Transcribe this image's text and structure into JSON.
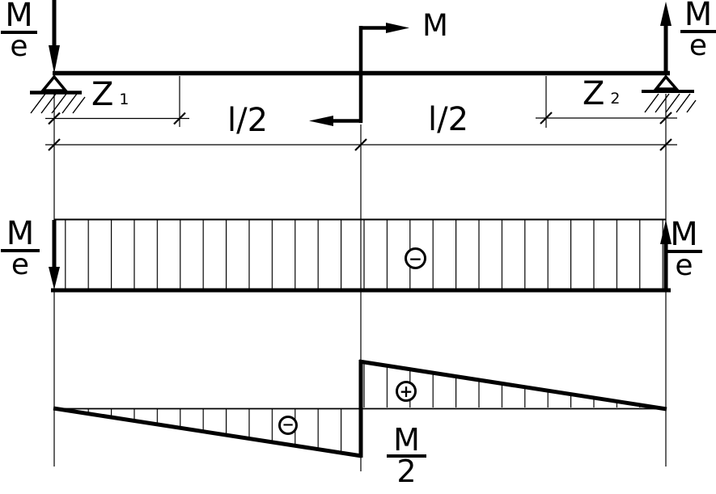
{
  "labels": {
    "top_left_reaction": {
      "num": "M",
      "den": "e"
    },
    "top_right_reaction": {
      "num": "M",
      "den": "e"
    },
    "applied_moment": "M",
    "dim_z1": {
      "base": "Z",
      "sub": "1"
    },
    "dim_z2": {
      "base": "Z",
      "sub": "2"
    },
    "dim_half_span_left": "l/2",
    "dim_half_span_right": "l/2",
    "shear_left_value": {
      "num": "M",
      "den": "e"
    },
    "shear_right_value": {
      "num": "M",
      "den": "e"
    },
    "shear_sign": "−",
    "moment_negative_sign": "−",
    "moment_positive_sign": "+",
    "moment_peak_value": {
      "num": "M",
      "den": "2"
    }
  },
  "colors": {
    "line": "#000000",
    "background": "#ffffff"
  }
}
